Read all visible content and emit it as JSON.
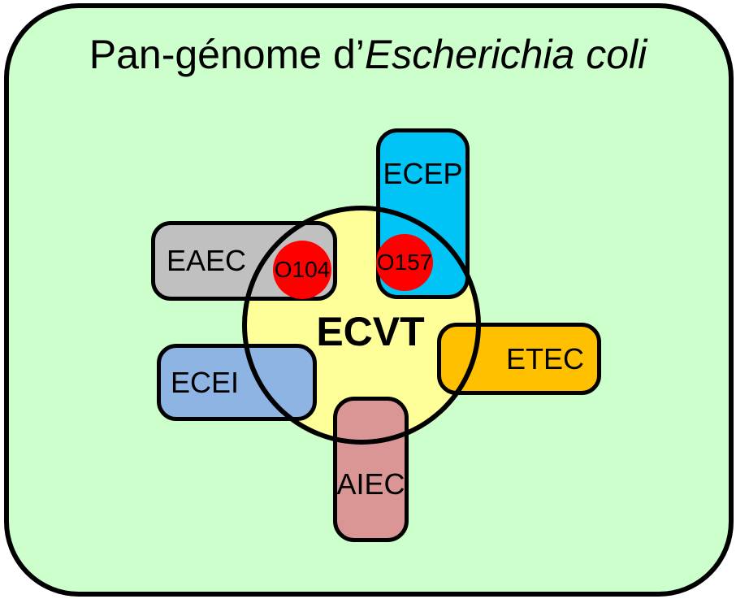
{
  "title": {
    "prefix": "Pan-génome d’",
    "species_italic": "Escherichia coli"
  },
  "center_label": "ECVT",
  "groups": {
    "eaec": {
      "label": "EAEC",
      "color": "#C0C0C0"
    },
    "ecep": {
      "label": "ECEP",
      "color": "#00C4F5"
    },
    "ecei": {
      "label": "ECEI",
      "color": "#8DB4E2"
    },
    "aiec": {
      "label": "AIEC",
      "color": "#D99694"
    },
    "etec": {
      "label": "ETEC",
      "color": "#FFC000"
    }
  },
  "strains": {
    "o104": {
      "label": "O104",
      "color": "#FF0000"
    },
    "o157": {
      "label": "O157",
      "color": "#FF0000"
    }
  },
  "colors": {
    "background": "#CCFFCC",
    "core_circle": "#FFFF99",
    "outline": "#000000",
    "text": "#000000"
  }
}
